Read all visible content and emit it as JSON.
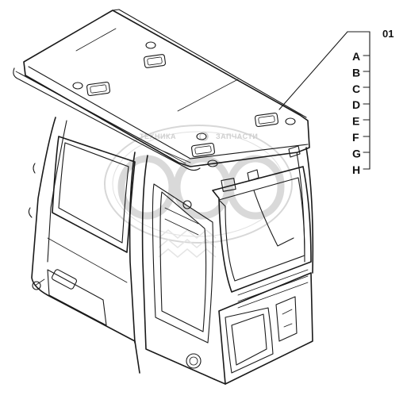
{
  "callout": {
    "number": "01",
    "parts": [
      "A",
      "B",
      "C",
      "D",
      "E",
      "F",
      "G",
      "H"
    ]
  },
  "watermark": {
    "left_text": "ТЕХНИКА",
    "right_text": "ЗАПЧАСТИ",
    "color": "#a9a9a9"
  },
  "colors": {
    "line": "#1a1a1a",
    "background": "#ffffff"
  }
}
